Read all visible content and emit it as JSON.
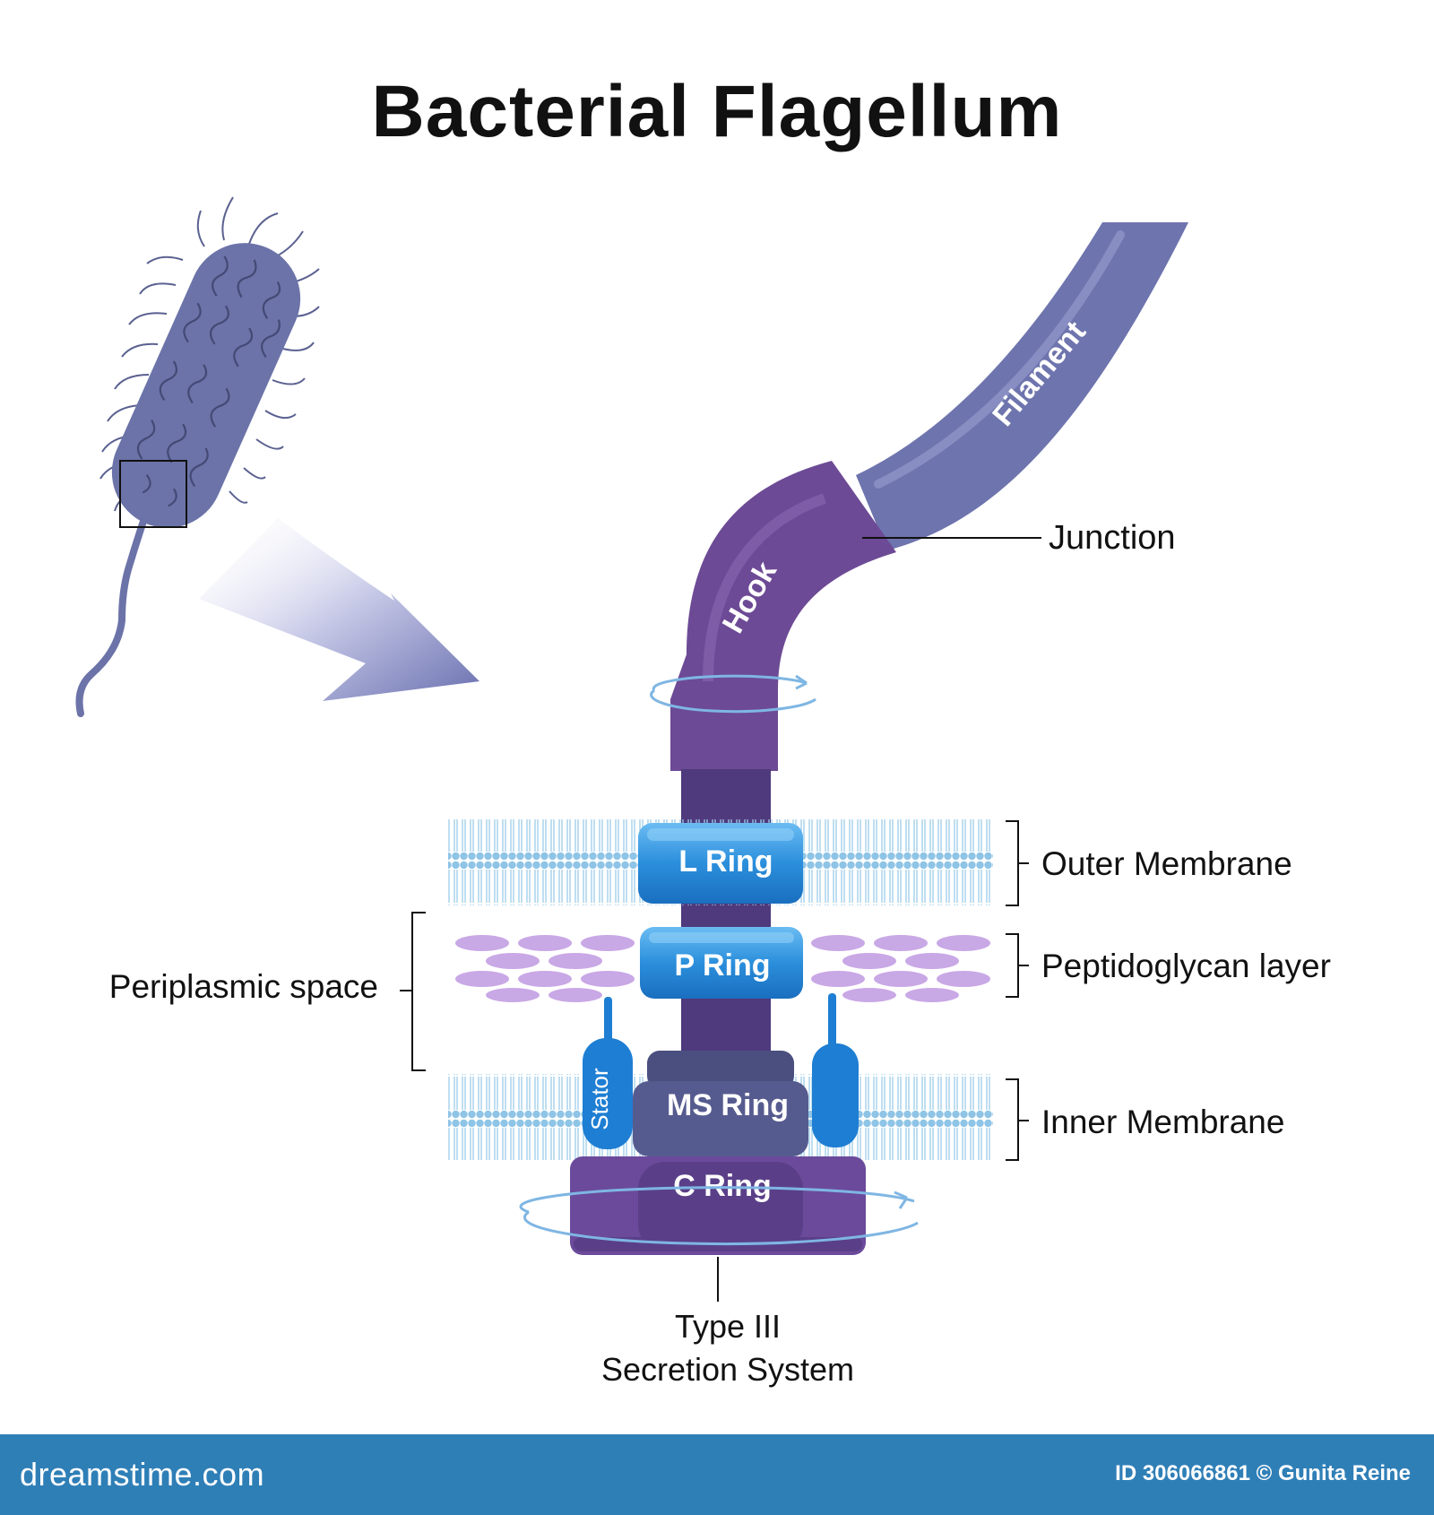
{
  "title": "Bacterial Flagellum",
  "labels": {
    "filament": "Filament",
    "hook": "Hook",
    "junction": "Junction",
    "outer_membrane": "Outer Membrane",
    "peptidoglycan": "Peptidoglycan layer",
    "periplasmic_space": "Periplasmic space",
    "inner_membrane": "Inner Membrane",
    "l_ring": "L Ring",
    "p_ring": "P Ring",
    "ms_ring": "MS Ring",
    "c_ring": "C Ring",
    "stator": "Stator",
    "type3_line1": "Type III",
    "type3_line2": "Secretion System"
  },
  "footer": {
    "brand": "dreamstime.com",
    "image_id": "ID 306066861 © Gunita Reine"
  },
  "colors": {
    "bacterium": "#6b73a8",
    "filament": "#6e74ad",
    "hook": "#6d4a95",
    "ring_blue": "#2b8fdc",
    "membrane_blue": "#8ec4e6",
    "peptidoglycan": "#c9a8e6",
    "footer": "#2f7fb7"
  }
}
